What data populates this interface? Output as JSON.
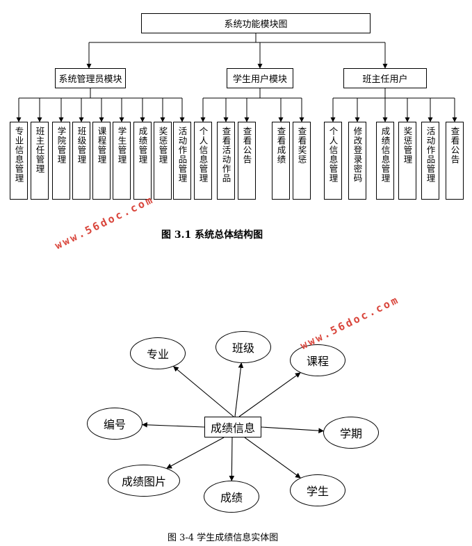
{
  "structure": {
    "root": "系统功能模块图",
    "modules": [
      {
        "label": "系统管理员模块",
        "children": [
          "专业信息管理",
          "班主任管理",
          "学院管理",
          "班级管理",
          "课程管理",
          "学生管理",
          "成绩管理",
          "奖惩管理",
          "活动作品管理"
        ]
      },
      {
        "label": "学生用户模块",
        "children": [
          "个人信息管理",
          "查看活动作品",
          "查看公告",
          "查看成绩",
          "查看奖惩"
        ]
      },
      {
        "label": "班主任用户",
        "children": [
          "个人信息管理",
          "修改登录密码",
          "成绩信息管理",
          "奖惩管理",
          "活动作品管理",
          "查看公告"
        ]
      }
    ],
    "caption": "图 3.1  系统总体结构图"
  },
  "entity": {
    "center": "成绩信息",
    "attributes": [
      "专业",
      "班级",
      "课程",
      "编号",
      "学期",
      "成绩图片",
      "成绩",
      "学生"
    ],
    "caption": "图 3-4 学生成绩信息实体图"
  },
  "watermarks": [
    "www.56doc.com",
    "www.56doc.com"
  ],
  "colors": {
    "watermark": "#d9453b",
    "line": "#000000"
  }
}
